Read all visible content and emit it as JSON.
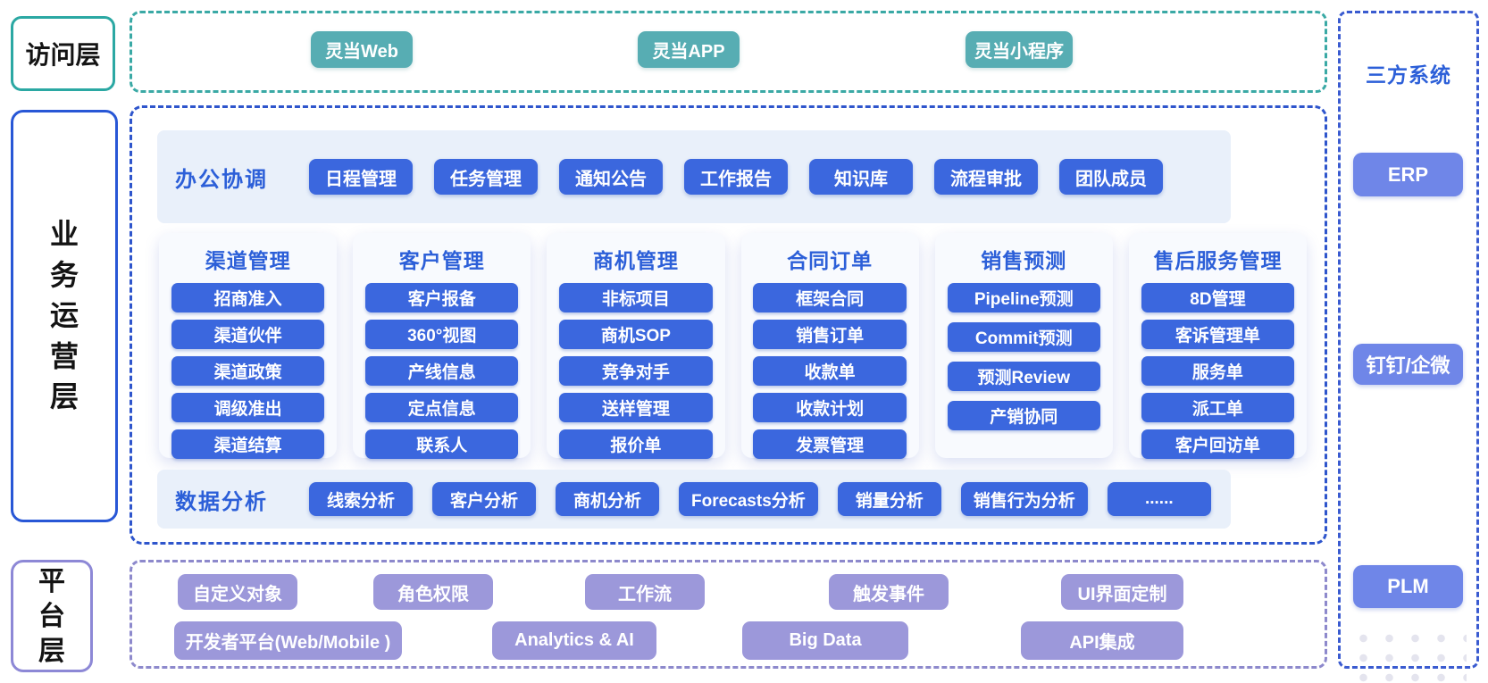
{
  "layers": {
    "access": {
      "label": "访问层"
    },
    "business": {
      "label": "业务运营层"
    },
    "platform": {
      "label": "平台层"
    }
  },
  "access_row": {
    "buttons": [
      "灵当Web",
      "灵当APP",
      "灵当小程序"
    ]
  },
  "business": {
    "office": {
      "label": "办公协调",
      "buttons": [
        "日程管理",
        "任务管理",
        "通知公告",
        "工作报告",
        "知识库",
        "流程审批",
        "团队成员"
      ]
    },
    "cards": [
      {
        "title": "渠道管理",
        "items": [
          "招商准入",
          "渠道伙伴",
          "渠道政策",
          "调级准出",
          "渠道结算"
        ]
      },
      {
        "title": "客户管理",
        "items": [
          "客户报备",
          "360°视图",
          "产线信息",
          "定点信息",
          "联系人"
        ]
      },
      {
        "title": "商机管理",
        "items": [
          "非标项目",
          "商机SOP",
          "竞争对手",
          "送样管理",
          "报价单"
        ]
      },
      {
        "title": "合同订单",
        "items": [
          "框架合同",
          "销售订单",
          "收款单",
          "收款计划",
          "发票管理"
        ]
      },
      {
        "title": "销售预测",
        "items": [
          "Pipeline预测",
          "Commit预测",
          "预测Review",
          "产销协同"
        ]
      },
      {
        "title": "售后服务管理",
        "items": [
          "8D管理",
          "客诉管理单",
          "服务单",
          "派工单",
          "客户回访单"
        ]
      }
    ],
    "analysis": {
      "label": "数据分析",
      "buttons": [
        "线索分析",
        "客户分析",
        "商机分析",
        "Forecasts分析",
        "销量分析",
        "销售行为分析",
        "......"
      ]
    }
  },
  "platform": {
    "row1": [
      "自定义对象",
      "角色权限",
      "工作流",
      "触发事件",
      "UI界面定制"
    ],
    "row2": [
      "开发者平台(Web/Mobile )",
      "Analytics & AI",
      "Big Data",
      "API集成"
    ]
  },
  "third_party": {
    "title": "三方系统",
    "buttons": [
      "ERP",
      "钉钉/企微",
      "PLM"
    ]
  },
  "colors": {
    "teal_button": "#57adb3",
    "teal_dash": "#3aa9a5",
    "blue_button": "#3b67de",
    "blue_heading": "#2c5fd8",
    "blue_dash": "#2e55cc",
    "periwinkle_button": "#6f86e8",
    "purple_button": "#9c98da",
    "purple_dash": "#8d89cc",
    "panel_bg": "#e9f0fa",
    "card_bg": "#f8fafe"
  }
}
